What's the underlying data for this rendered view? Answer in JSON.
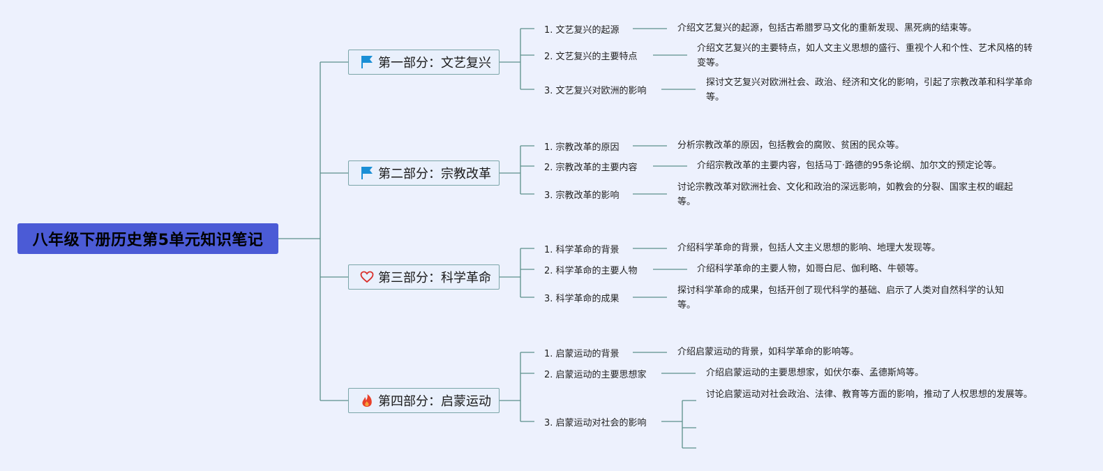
{
  "root": {
    "title": "八年级下册历史第5单元知识笔记"
  },
  "sections": [
    {
      "label": "第一部分：文艺复兴",
      "icon": "flag-icon",
      "items": [
        {
          "label": "1. 文艺复兴的起源",
          "desc": "介绍文艺复兴的起源，包括古希腊罗马文化的重新发现、黑死病的结束等。"
        },
        {
          "label": "2. 文艺复兴的主要特点",
          "desc": "介绍文艺复兴的主要特点，如人文主义思想的盛行、重视个人和个性、艺术风格的转变等。"
        },
        {
          "label": "3. 文艺复兴对欧洲的影响",
          "desc": "探讨文艺复兴对欧洲社会、政治、经济和文化的影响，引起了宗教改革和科学革命等。"
        }
      ]
    },
    {
      "label": "第二部分：宗教改革",
      "icon": "flag-icon",
      "items": [
        {
          "label": "1. 宗教改革的原因",
          "desc": "分析宗教改革的原因，包括教会的腐败、贫困的民众等。"
        },
        {
          "label": "2. 宗教改革的主要内容",
          "desc": "介绍宗教改革的主要内容，包括马丁·路德的95条论纲、加尔文的预定论等。"
        },
        {
          "label": "3. 宗教改革的影响",
          "desc": "讨论宗教改革对欧洲社会、文化和政治的深远影响，如教会的分裂、国家主权的崛起等。"
        }
      ]
    },
    {
      "label": "第三部分：科学革命",
      "icon": "heart-icon",
      "items": [
        {
          "label": "1. 科学革命的背景",
          "desc": "介绍科学革命的背景，包括人文主义思想的影响、地理大发现等。"
        },
        {
          "label": "2. 科学革命的主要人物",
          "desc": "介绍科学革命的主要人物，如哥白尼、伽利略、牛顿等。"
        },
        {
          "label": "3. 科学革命的成果",
          "desc": "探讨科学革命的成果，包括开创了现代科学的基础、启示了人类对自然科学的认知等。"
        }
      ]
    },
    {
      "label": "第四部分：启蒙运动",
      "icon": "flame-icon",
      "items": [
        {
          "label": "1. 启蒙运动的背景",
          "desc": "介绍启蒙运动的背景，如科学革命的影响等。"
        },
        {
          "label": "2. 启蒙运动的主要思想家",
          "desc": "介绍启蒙运动的主要思想家，如伏尔泰、孟德斯鸠等。"
        },
        {
          "label": "3. 启蒙运动对社会的影响",
          "desc": "讨论启蒙运动对社会政治、法律、教育等方面的影响，推动了人权思想的发展等。"
        }
      ]
    }
  ]
}
